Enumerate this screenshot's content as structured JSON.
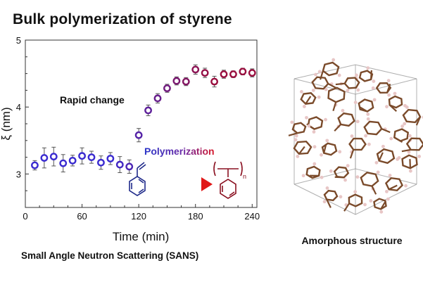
{
  "title": "Bulk polymerization of styrene",
  "bottom_label": "Small Angle Neutron Scattering (SANS)",
  "structure_label": "Amorphous structure",
  "annotations": {
    "rapid_change": "Rapid change",
    "polymerization": "Polymerization",
    "repeat_n": "n"
  },
  "colors": {
    "series_start": "#3a2bd0",
    "series_end": "#9a1040",
    "arrow_start": "#2a35c8",
    "arrow_end": "#e01818",
    "carbon": "#7a4a2a",
    "hydrogen": "#e8c6c6"
  },
  "icons": {
    "styrene": "styrene-molecule-icon",
    "polystyrene": "polystyrene-repeat-unit-icon",
    "box": "amorphous-structure-illustration"
  },
  "chart_data": {
    "type": "scatter",
    "title": "Bulk polymerization of styrene",
    "xlabel": "Time (min)",
    "ylabel": "ξ (nm)",
    "xlim": [
      0,
      245
    ],
    "ylim": [
      2.5,
      5
    ],
    "xticks": [
      0,
      60,
      120,
      180,
      240
    ],
    "yticks": [
      3,
      4,
      5
    ],
    "xtick_labels": [
      "0",
      "60",
      "120",
      "180",
      "240"
    ],
    "ytick_labels": [
      "3",
      "4",
      "5"
    ],
    "grid": false,
    "points": [
      {
        "x": 10,
        "y": 3.13,
        "err": 0.07
      },
      {
        "x": 20,
        "y": 3.24,
        "err": 0.15
      },
      {
        "x": 30,
        "y": 3.26,
        "err": 0.14
      },
      {
        "x": 40,
        "y": 3.16,
        "err": 0.13
      },
      {
        "x": 50,
        "y": 3.2,
        "err": 0.08
      },
      {
        "x": 60,
        "y": 3.27,
        "err": 0.12
      },
      {
        "x": 70,
        "y": 3.25,
        "err": 0.09
      },
      {
        "x": 80,
        "y": 3.17,
        "err": 0.1
      },
      {
        "x": 90,
        "y": 3.23,
        "err": 0.09
      },
      {
        "x": 100,
        "y": 3.14,
        "err": 0.12
      },
      {
        "x": 110,
        "y": 3.11,
        "err": 0.1
      },
      {
        "x": 120,
        "y": 3.58,
        "err": 0.1
      },
      {
        "x": 130,
        "y": 3.95,
        "err": 0.08
      },
      {
        "x": 140,
        "y": 4.13,
        "err": 0.07
      },
      {
        "x": 150,
        "y": 4.28,
        "err": 0.06
      },
      {
        "x": 160,
        "y": 4.39,
        "err": 0.06
      },
      {
        "x": 170,
        "y": 4.38,
        "err": 0.06
      },
      {
        "x": 180,
        "y": 4.56,
        "err": 0.07
      },
      {
        "x": 190,
        "y": 4.51,
        "err": 0.07
      },
      {
        "x": 200,
        "y": 4.38,
        "err": 0.08
      },
      {
        "x": 210,
        "y": 4.49,
        "err": 0.06
      },
      {
        "x": 220,
        "y": 4.49,
        "err": 0.05
      },
      {
        "x": 230,
        "y": 4.53,
        "err": 0.05
      },
      {
        "x": 240,
        "y": 4.51,
        "err": 0.06
      }
    ]
  }
}
